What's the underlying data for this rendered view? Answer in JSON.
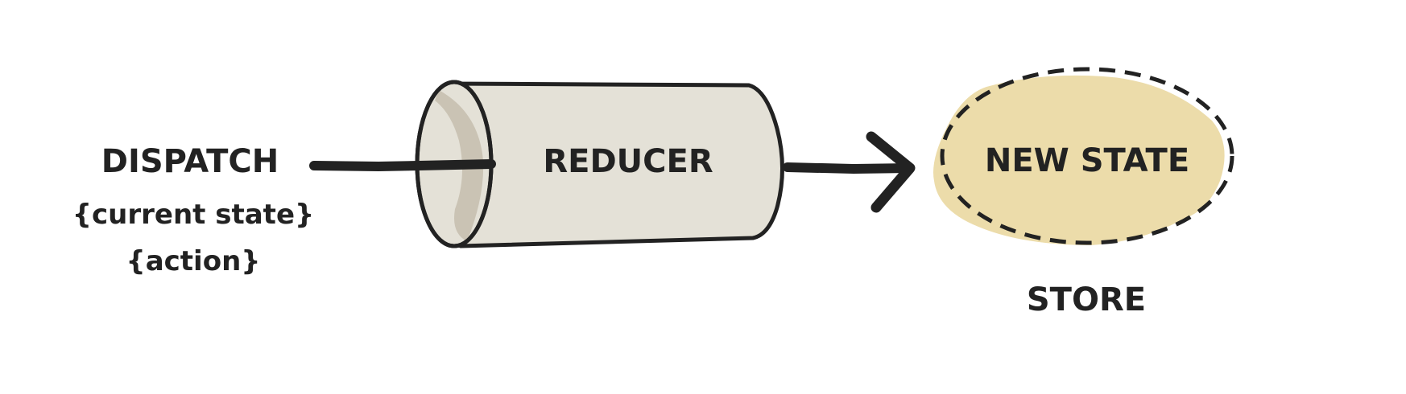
{
  "labels": {
    "dispatch": "DISPATCH",
    "current_state": "{current state}",
    "action": "{action}",
    "reducer": "REDUCER",
    "new_state": "NEW STATE",
    "store": "STORE"
  },
  "colors": {
    "ink": "#222222",
    "reducer_fill": "#e4e1d7",
    "reducer_shade": "#cac3b4",
    "state_fill": "#ecdcaa",
    "background": "#ffffff"
  }
}
